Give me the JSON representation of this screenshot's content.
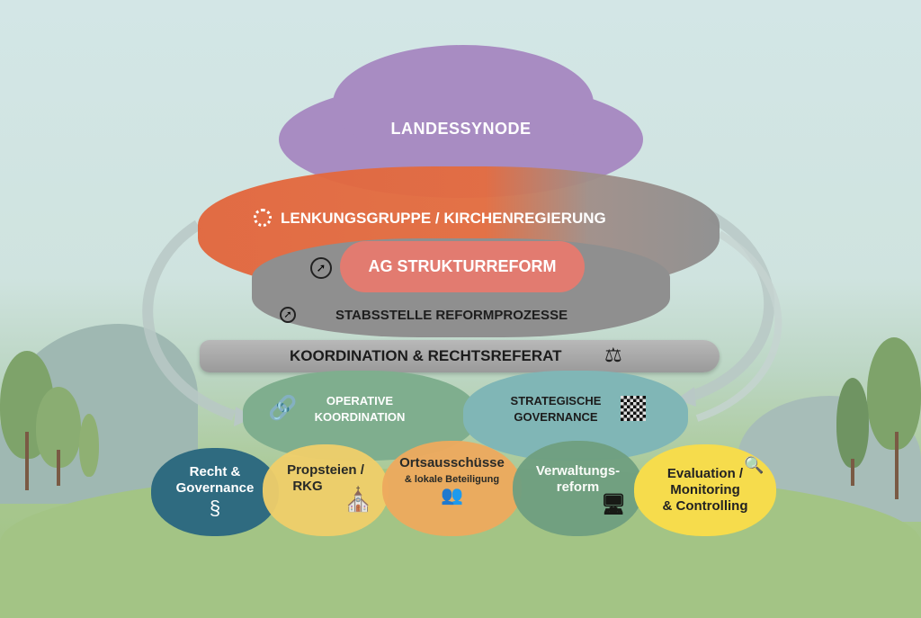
{
  "title": "LANDESSYNODE",
  "lenkung": {
    "label": "LENKUNGSGRUPPE / KIRCHENREGIERUNG",
    "icon": "gear-icon"
  },
  "ag": {
    "label": "AG STRUKTURREFORM",
    "icon": "compass-icon"
  },
  "stabsstelle": {
    "label": "STABSSTELLE REFORMPROZESSE",
    "icon": "compass-icon"
  },
  "koordination": {
    "label": "KOORDINATION & RECHTSREFERAT",
    "icon": "scales-icon"
  },
  "operative": {
    "line1": "OPERATIVE",
    "line2": "KOORDINATION",
    "icon": "chain-link-icon"
  },
  "strategische": {
    "line1": "STRATEGISCHE",
    "line2": "GOVERNANCE",
    "icon": "chessboard-icon"
  },
  "bottom": [
    {
      "line1": "Recht &",
      "line2": "Governance",
      "icon": "paragraph-icon",
      "glyph": "§",
      "color": "#2f6b80"
    },
    {
      "line1": "Propsteien /",
      "line2": "RKG",
      "icon": "church-icon",
      "color": "#f0cf6a"
    },
    {
      "line1": "Ortsausschüsse",
      "line2": "& lokale Beteiligung",
      "icon": "people-icon",
      "color": "#eeaa5e"
    },
    {
      "line1": "Verwaltungs-",
      "line2": "reform",
      "icon": "desk-icon",
      "color": "#6f9f80"
    },
    {
      "line1": "Evaluation /",
      "line2": "Monitoring",
      "line3": "& Controlling",
      "icon": "magnifier-chart-icon",
      "color": "#f6dc4c"
    }
  ],
  "colors": {
    "purple": "#a88cc2",
    "orange": "#e2653c",
    "grey": "#8e8e8e",
    "pink": "#e27b70"
  }
}
